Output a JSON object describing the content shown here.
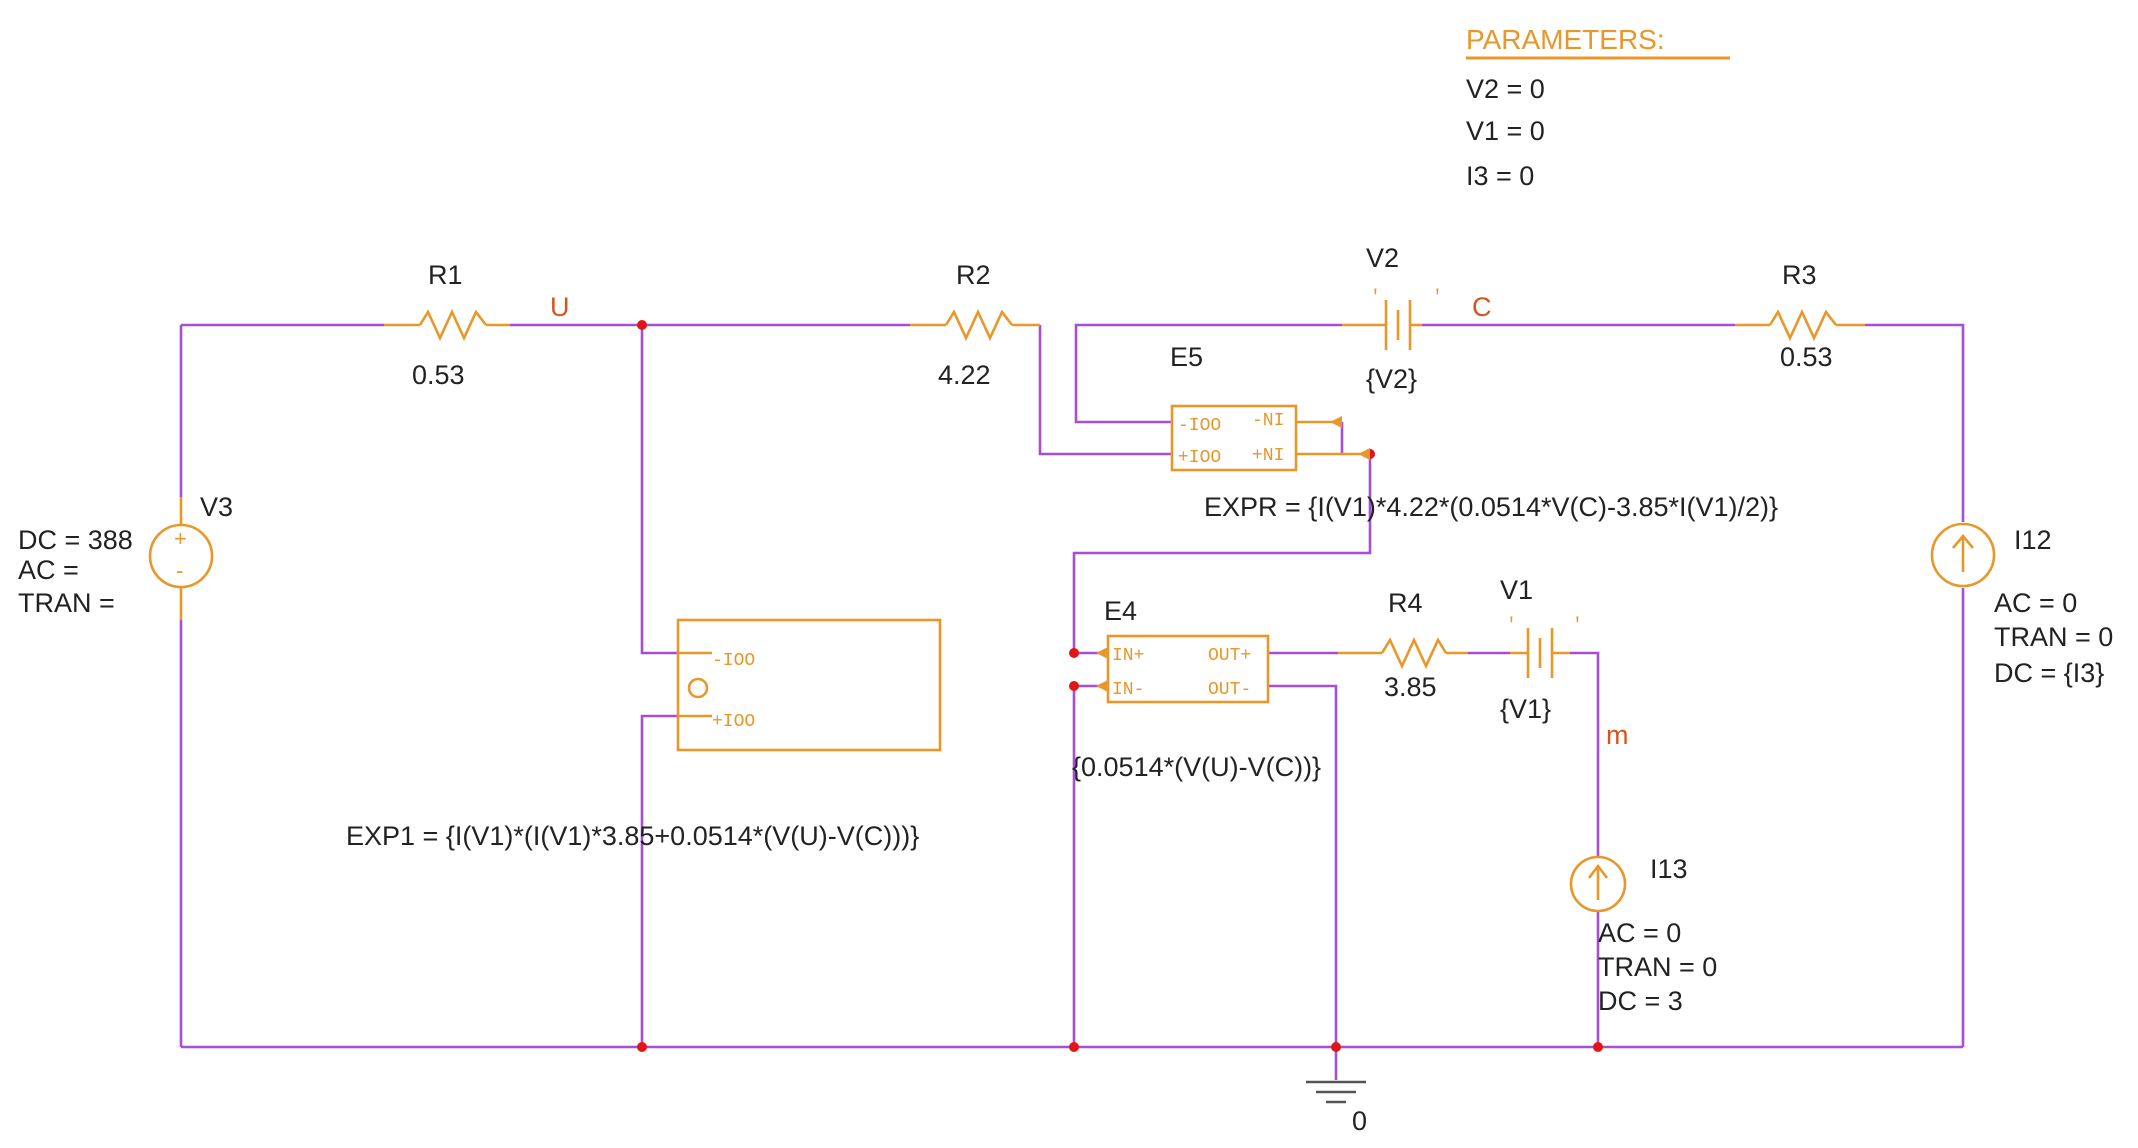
{
  "colors": {
    "wire": "#a64fd6",
    "component": "#e8972a",
    "net_label": "#d9531e",
    "junction": "#e01616",
    "text": "#222222"
  },
  "parameters": {
    "title": "PARAMETERS:",
    "lines": [
      "V2 = 0",
      "V1 = 0",
      "I3 = 0"
    ]
  },
  "components": {
    "r1": {
      "name": "R1",
      "value": "0.53"
    },
    "r2": {
      "name": "R2",
      "value": "4.22"
    },
    "r3": {
      "name": "R3",
      "value": "0.53"
    },
    "r4": {
      "name": "R4",
      "value": "3.85"
    },
    "v2": {
      "name": "V2",
      "value": "{V2}"
    },
    "v1": {
      "name": "V1",
      "value": "{V1}"
    },
    "v3": {
      "name": "V3",
      "dc": "DC = 388",
      "ac": "AC =",
      "tran": "TRAN ="
    },
    "i12": {
      "name": "I12",
      "ac": "AC = 0",
      "tran": "TRAN = 0",
      "dc": "DC = {I3}"
    },
    "i13": {
      "name": "I13",
      "ac": "AC = 0",
      "tran": "TRAN = 0",
      "dc": "DC = 3"
    },
    "e5": {
      "name": "E5",
      "expr": "EXPR = {I(V1)*4.22*(0.0514*V(C)-3.85*I(V1)/2)}",
      "pin_out_neg": "-IOO",
      "pin_out_pos": "+IOO",
      "pin_in_neg": "-NI",
      "pin_in_pos": "+NI"
    },
    "e4": {
      "name": "E4",
      "expr": "{0.0514*(V(U)-V(C))}",
      "pin_in_pos": "IN+",
      "pin_in_neg": "IN-",
      "pin_out_pos": "OUT+",
      "pin_out_neg": "OUT-"
    },
    "exp1": {
      "expr": "EXP1 = {I(V1)*(I(V1)*3.85+0.0514*(V(U)-V(C)))}",
      "pin_neg": "-IOO",
      "pin_pos": "+IOO"
    }
  },
  "nets": {
    "u": "U",
    "c": "C",
    "m": "m",
    "ground": "0"
  }
}
